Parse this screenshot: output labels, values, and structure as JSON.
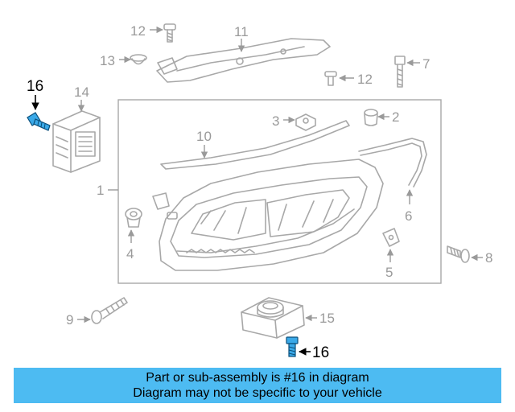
{
  "callouts": {
    "c1": "1",
    "c2": "2",
    "c3": "3",
    "c4": "4",
    "c5": "5",
    "c6": "6",
    "c7": "7",
    "c8": "8",
    "c9": "9",
    "c10": "10",
    "c11": "11",
    "c12a": "12",
    "c12b": "12",
    "c13": "13",
    "c14": "14",
    "c15": "15",
    "c16a": "16",
    "c16b": "16"
  },
  "colors": {
    "banner_bg": "#4dbbf2",
    "highlight_part": "#3aa9e8",
    "line_art": "#a8a8a8"
  },
  "banner": {
    "line1": "Part or sub-assembly is #16 in diagram",
    "line2": "Diagram may not be specific to your vehicle"
  }
}
